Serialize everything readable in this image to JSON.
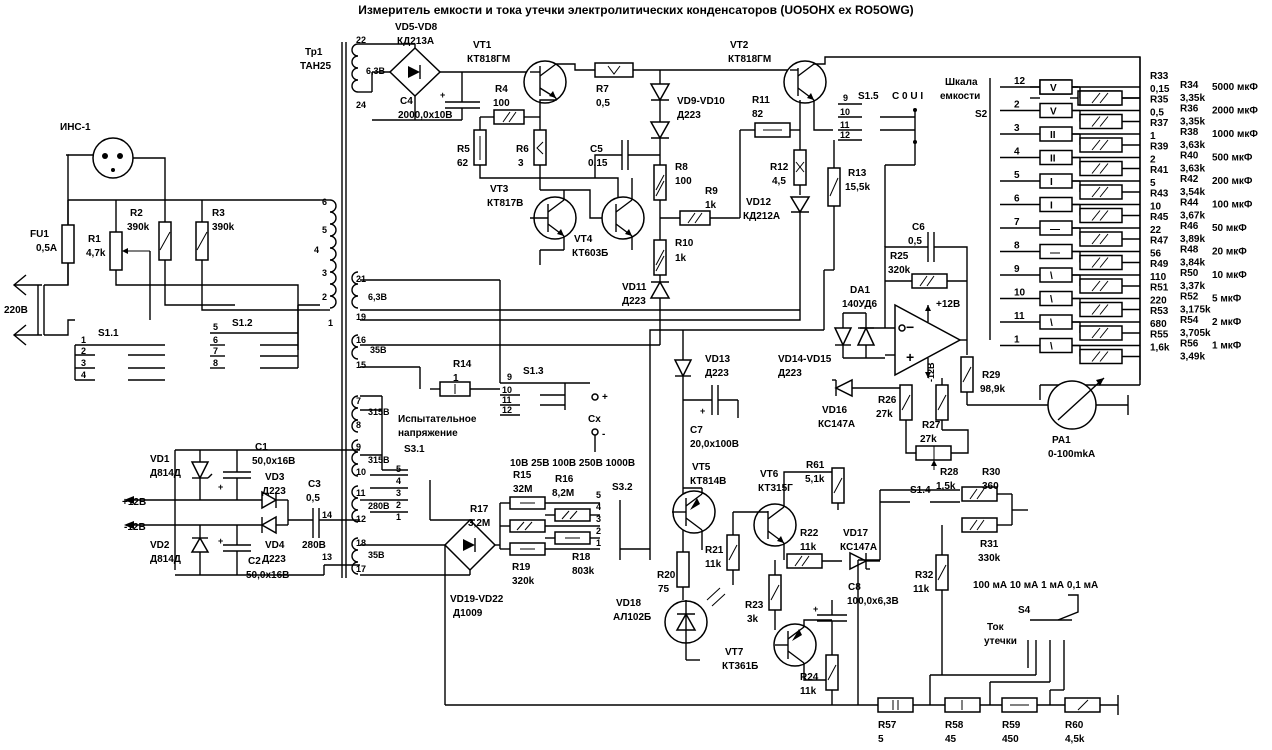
{
  "title": "Измеритель емкости и тока утечки электролитических конденсаторов (UO5OHX ex RO5OWG)",
  "mains": "220В",
  "ins": "ИНС-1",
  "fu1": [
    "FU1",
    "0,5A"
  ],
  "r1": [
    "R1",
    "4,7k"
  ],
  "r2": [
    "R2",
    "390k"
  ],
  "r3": [
    "R3",
    "390k"
  ],
  "tr1": [
    "Тр1",
    "ТАН25"
  ],
  "s11": "S1.1",
  "s12": "S1.2",
  "s13": "S1.3",
  "s14": "S1.4",
  "s15": "S1.5",
  "s31": "S3.1",
  "s32": "S3.2",
  "s2": "S2",
  "s4": "S4",
  "vd58": [
    "VD5-VD8",
    "КД213А"
  ],
  "c4": [
    "C4",
    "2000,0x10В"
  ],
  "vt1": [
    "VT1",
    "КТ818ГМ"
  ],
  "vt2": [
    "VT2",
    "КТ818ГМ"
  ],
  "vt3": [
    "VT3",
    "КТ817В"
  ],
  "vt4": [
    "VT4",
    "КТ603Б"
  ],
  "vt5": [
    "VT5",
    "КТ814В"
  ],
  "vt6": [
    "VT6",
    "КТ315Г"
  ],
  "vt7": [
    "VT7",
    "КТ361Б"
  ],
  "r4": [
    "R4",
    "100"
  ],
  "r5": [
    "R5",
    "62"
  ],
  "r6": [
    "R6",
    "3"
  ],
  "r7": [
    "R7",
    "0,5"
  ],
  "r8": [
    "R8",
    "100"
  ],
  "r9": [
    "R9",
    "1k"
  ],
  "r10": [
    "R10",
    "1k"
  ],
  "r11": [
    "R11",
    "82"
  ],
  "r12": [
    "R12",
    "4,5"
  ],
  "r13": [
    "R13",
    "15,5k"
  ],
  "r14": [
    "R14",
    "1"
  ],
  "r15": [
    "R15",
    "32M"
  ],
  "r16": [
    "R16",
    "8,2M"
  ],
  "r17": [
    "R17",
    "3,2M"
  ],
  "r18": [
    "R18",
    "803k"
  ],
  "r19": [
    "R19",
    "320k"
  ],
  "r20": [
    "R20",
    "75"
  ],
  "r21": [
    "R21",
    "11k"
  ],
  "r22": [
    "R22",
    "11k"
  ],
  "r23": [
    "R23",
    "3k"
  ],
  "r24": [
    "R24",
    "11k"
  ],
  "r25": [
    "R25",
    "320k"
  ],
  "r26": [
    "R26",
    "27k"
  ],
  "r27": [
    "R27",
    "27k"
  ],
  "r28": [
    "R28",
    "1,5k"
  ],
  "r29": [
    "R29",
    "98,9k"
  ],
  "r30": [
    "R30",
    "360"
  ],
  "r31": [
    "R31",
    "330k"
  ],
  "r32": [
    "R32",
    "11k"
  ],
  "r57": [
    "R57",
    "5"
  ],
  "r58": [
    "R58",
    "45"
  ],
  "r59": [
    "R59",
    "450"
  ],
  "r60": [
    "R60",
    "4,5k"
  ],
  "r61": [
    "R61",
    "5,1k"
  ],
  "vd910": [
    "VD9-VD10",
    "Д223"
  ],
  "vd11": [
    "VD11",
    "Д223"
  ],
  "vd12": [
    "VD12",
    "КД212А"
  ],
  "vd13": [
    "VD13",
    "Д223"
  ],
  "vd1415": [
    "VD14-VD15",
    "Д223"
  ],
  "vd16": [
    "VD16",
    "КС147А"
  ],
  "vd17": [
    "VD17",
    "КС147А"
  ],
  "vd18": [
    "VD18",
    "АЛ102Б"
  ],
  "vd1922": [
    "VD19-VD22",
    "Д1009"
  ],
  "vd1": [
    "VD1",
    "Д814Д"
  ],
  "vd2": [
    "VD2",
    "Д814Д"
  ],
  "vd3": [
    "VD3",
    "Д223"
  ],
  "vd4": [
    "VD4",
    "Д223"
  ],
  "c1": [
    "C1",
    "50,0x16В"
  ],
  "c2": [
    "C2",
    "50,0x16В"
  ],
  "c3": [
    "C3",
    "0,5",
    "280В"
  ],
  "c5": [
    "C5",
    "0,15"
  ],
  "c6": [
    "C6",
    "0,5"
  ],
  "c7": [
    "C7",
    "20,0x100В"
  ],
  "c8": [
    "C8",
    "100,0x6,3В"
  ],
  "da1": [
    "DA1",
    "140УД6",
    "+12В",
    "-12В"
  ],
  "pa1": [
    "PA1",
    "0-100mkA"
  ],
  "cx": [
    "Cx",
    "+",
    "-"
  ],
  "plus12": "+12В",
  "minus12": "-12В",
  "test_voltage": [
    "Испытательное",
    "напряжение"
  ],
  "scale_label": [
    "Шкала",
    "емкости"
  ],
  "leak_label": [
    "Ток",
    "утечки"
  ],
  "s15_contacts": "C 0 U I",
  "voltages_s31": "10В 25В 100В 250В 1000В",
  "currents_s4": "100 мА 10 мА 1 мА 0,1 мА",
  "windings": [
    "22",
    "6,3В",
    "24",
    "6",
    "5",
    "4",
    "3",
    "2",
    "1",
    "21",
    "6,3В",
    "19",
    "16",
    "35В",
    "15",
    "7",
    "315В",
    "8",
    "9",
    "315В",
    "10",
    "11",
    "280В",
    "12",
    "18",
    "35В",
    "17"
  ],
  "ranges": [
    {
      "pos": "12",
      "top": "R33",
      "top_val": "0,15",
      "bot": "R34",
      "bot_val": "3,35k",
      "range": "5000 мкФ"
    },
    {
      "pos": "2",
      "top": "R35",
      "top_val": "0,5",
      "bot": "R36",
      "bot_val": "3,35k",
      "range": "2000 мкФ"
    },
    {
      "pos": "3",
      "top": "R37",
      "top_val": "1",
      "bot": "R38",
      "bot_val": "3,63k",
      "range": "1000 мкФ"
    },
    {
      "pos": "4",
      "top": "R39",
      "top_val": "2",
      "bot": "R40",
      "bot_val": "3,63k",
      "range": "500 мкФ"
    },
    {
      "pos": "5",
      "top": "R41",
      "top_val": "5",
      "bot": "R42",
      "bot_val": "3,54k",
      "range": "200 мкФ"
    },
    {
      "pos": "6",
      "top": "R43",
      "top_val": "10",
      "bot": "R44",
      "bot_val": "3,67k",
      "range": "100 мкФ"
    },
    {
      "pos": "7",
      "top": "R45",
      "top_val": "22",
      "bot": "R46",
      "bot_val": "3,89k",
      "range": "50 мкФ"
    },
    {
      "pos": "8",
      "top": "R47",
      "top_val": "56",
      "bot": "R48",
      "bot_val": "3,84k",
      "range": "20 мкФ"
    },
    {
      "pos": "9",
      "top": "R49",
      "top_val": "110",
      "bot": "R50",
      "bot_val": "3,37k",
      "range": "10 мкФ"
    },
    {
      "pos": "10",
      "top": "R51",
      "top_val": "220",
      "bot": "R52",
      "bot_val": "3,175k",
      "range": "5 мкФ"
    },
    {
      "pos": "11",
      "top": "R53",
      "top_val": "680",
      "bot": "R54",
      "bot_val": "3,705k",
      "range": "2 мкФ"
    },
    {
      "pos": "1",
      "top": "R55",
      "top_val": "1,6k",
      "bot": "R56",
      "bot_val": "3,49k",
      "range": "1 мкФ"
    }
  ],
  "ranges_symbols": [
    "V",
    "V",
    "II",
    "II",
    "I",
    "I",
    "—",
    "—",
    "\\",
    "\\",
    "\\",
    "\\"
  ]
}
